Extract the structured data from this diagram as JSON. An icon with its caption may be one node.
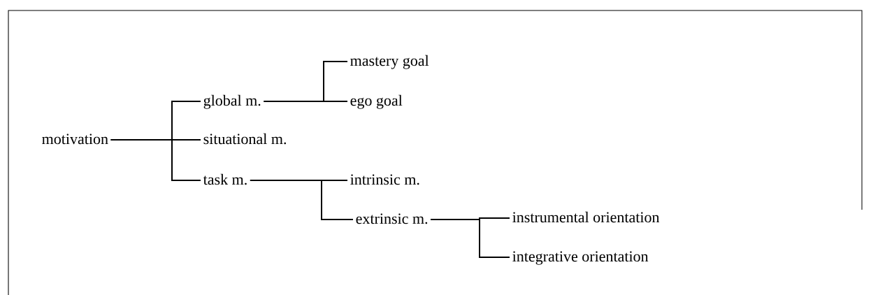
{
  "diagram": {
    "nodes": [
      {
        "text": [
          "motivation"
        ]
      },
      {
        "text": [
          "global m."
        ]
      },
      {
        "text": [
          "mastery goal"
        ]
      },
      {
        "text": [
          "ego goal"
        ]
      },
      {
        "text": [
          "situational m."
        ]
      },
      {
        "text": [
          "task m."
        ]
      },
      {
        "text": [
          "intrinsic m."
        ]
      },
      {
        "text": [
          "extrinsic m."
        ]
      },
      {
        "text": [
          "instrumental orientation"
        ]
      },
      {
        "text": [
          "integrative orientation"
        ]
      }
    ],
    "edges": [
      {
        "from": 0,
        "to": 1,
        "arrow": "none"
      },
      {
        "from": 0,
        "to": 4,
        "arrow": "none"
      },
      {
        "from": 0,
        "to": 5,
        "arrow": "none"
      },
      {
        "from": 1,
        "to": 2,
        "arrow": "none"
      },
      {
        "from": 1,
        "to": 3,
        "arrow": "none"
      },
      {
        "from": 5,
        "to": 6,
        "arrow": "none"
      },
      {
        "from": 5,
        "to": 7,
        "arrow": "none"
      },
      {
        "from": 7,
        "to": 8,
        "arrow": "none"
      },
      {
        "from": 7,
        "to": 9,
        "arrow": "none"
      }
    ]
  }
}
